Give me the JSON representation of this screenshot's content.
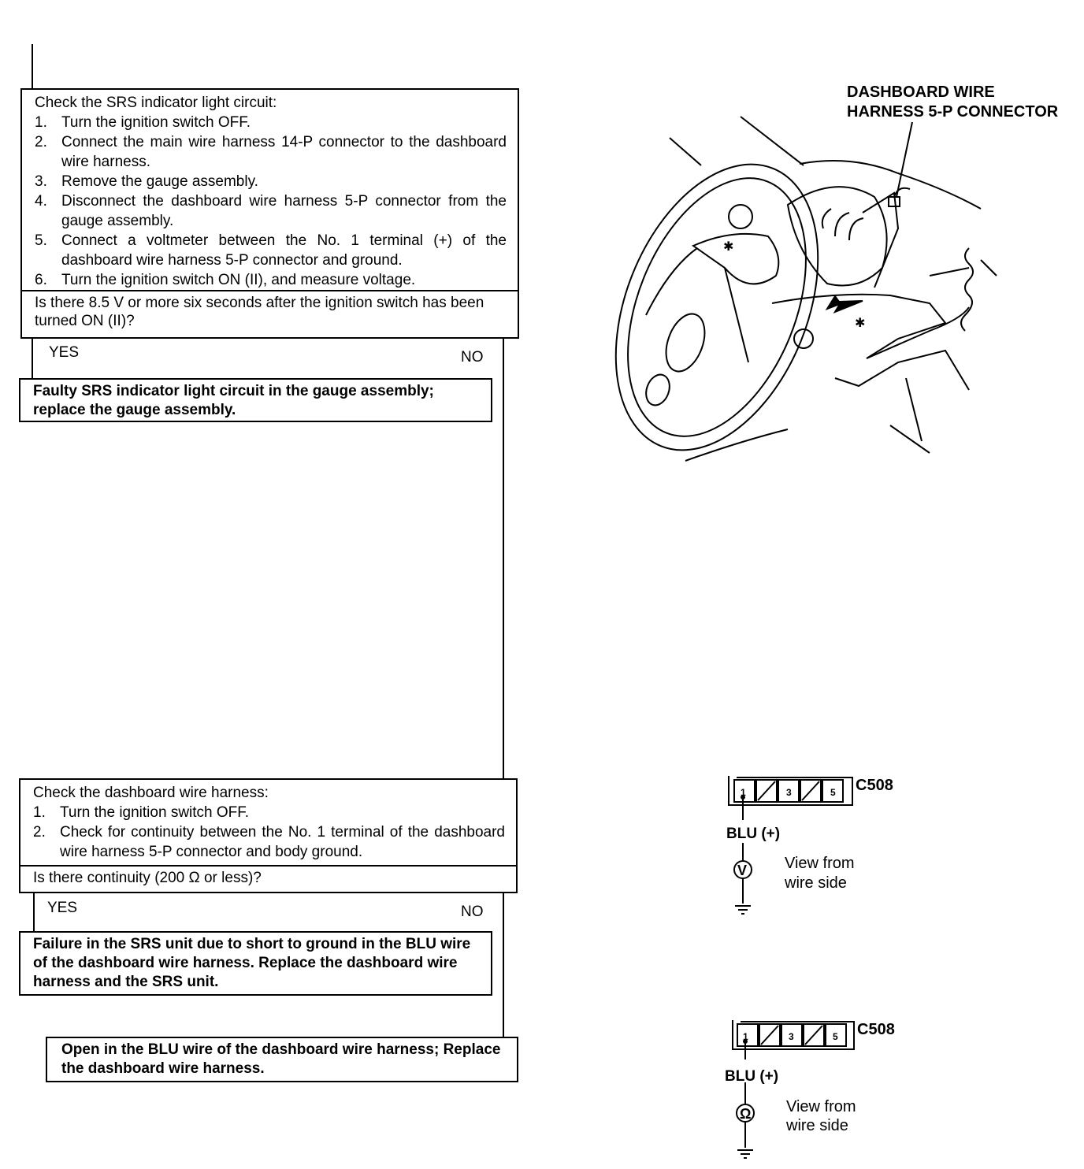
{
  "flow1": {
    "title": "Check the SRS indicator light circuit:",
    "steps": [
      {
        "n": "1.",
        "text": "Turn the ignition switch OFF."
      },
      {
        "n": "2.",
        "text": "Connect the main wire harness 14-P connector to the dashboard wire harness."
      },
      {
        "n": "3.",
        "text": "Remove the gauge assembly."
      },
      {
        "n": "4.",
        "text": "Disconnect the dashboard wire harness 5-P connector from the gauge assembly."
      },
      {
        "n": "5.",
        "text": "Connect a voltmeter between the No. 1 terminal (+) of the dashboard wire harness 5-P connector and ground."
      },
      {
        "n": "6.",
        "text": "Turn the ignition switch ON (II), and measure voltage."
      }
    ],
    "question": "Is there 8.5 V or more six seconds after the ignition switch has been turned ON (II)?",
    "yes": "YES",
    "no": "NO",
    "yes_result": "Faulty SRS indicator light circuit in the gauge assembly; replace the gauge assembly."
  },
  "flow2": {
    "title": "Check the dashboard wire harness:",
    "steps": [
      {
        "n": "1.",
        "text": "Turn the ignition switch OFF."
      },
      {
        "n": "2.",
        "text": "Check for continuity between the No. 1 terminal of the dashboard wire harness 5-P connector and body ground."
      }
    ],
    "question": "Is there continuity (200 Ω or less)?",
    "yes": "YES",
    "no": "NO",
    "yes_result": "Failure in the SRS unit due to short to ground in the BLU wire of the dashboard wire harness. Replace the dashboard wire harness and the SRS unit.",
    "no_result": "Open in the BLU wire of the dashboard wire harness; Replace the dashboard wire harness."
  },
  "illustration": {
    "callout_line1": "DASHBOARD WIRE",
    "callout_line2": "HARNESS 5-P CONNECTOR"
  },
  "connector1": {
    "id": "C508",
    "terminals": [
      "1",
      "3",
      "5"
    ],
    "wire": "BLU (+)",
    "meter": "V",
    "view_line1": "View from",
    "view_line2": "wire side"
  },
  "connector2": {
    "id": "C508",
    "terminals": [
      "1",
      "3",
      "5"
    ],
    "wire": "BLU (+)",
    "meter": "Ω",
    "view_line1": "View from",
    "view_line2": "wire side"
  }
}
